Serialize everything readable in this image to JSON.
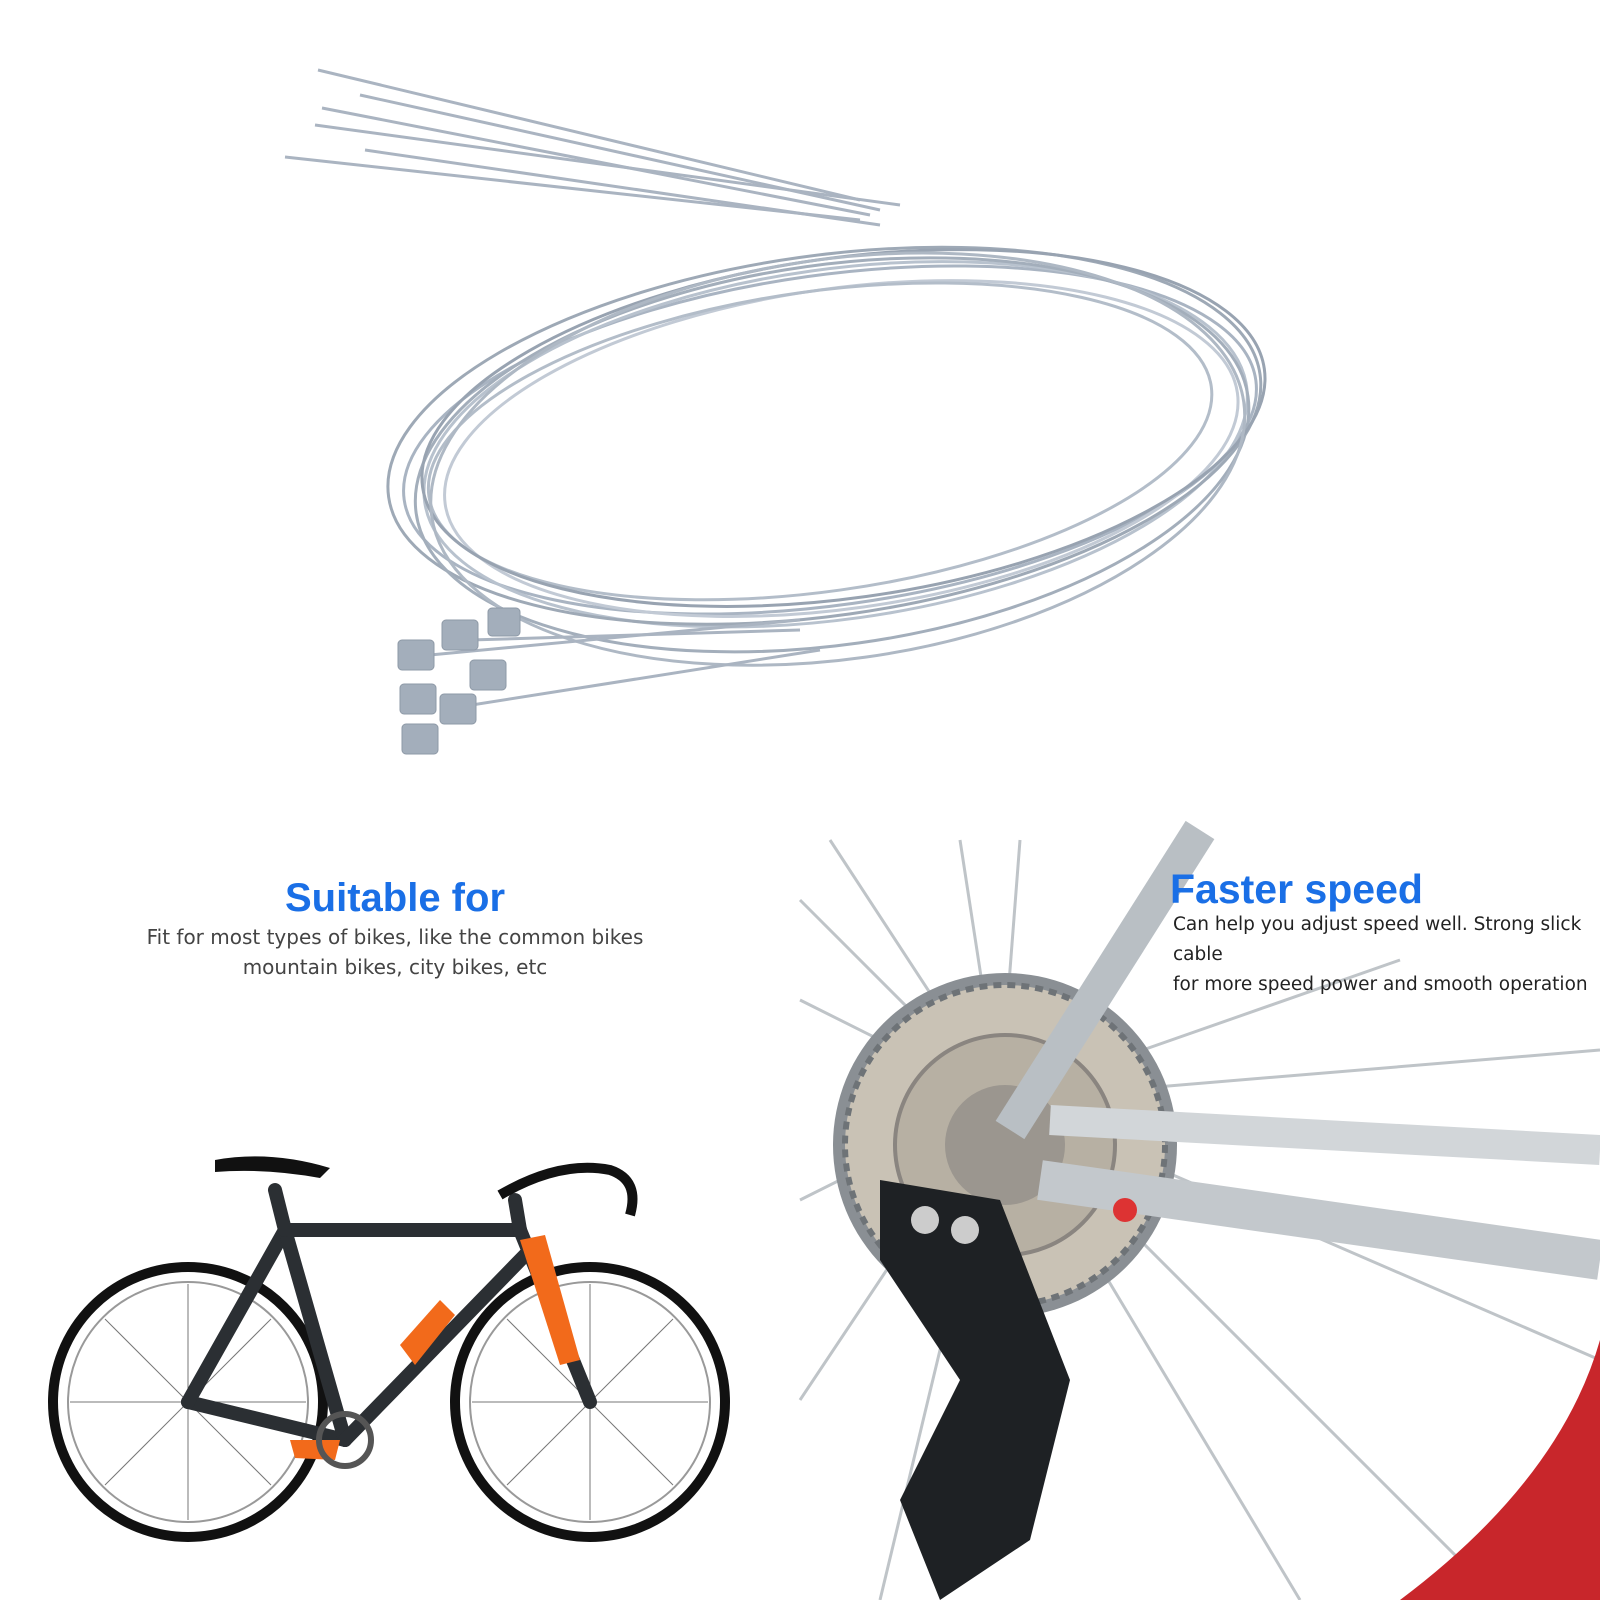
{
  "sections": {
    "suitable": {
      "title": "Suitable for",
      "line1": "Fit for most types of bikes, like the common bikes",
      "line2": "mountain bikes, city bikes, etc"
    },
    "speed": {
      "title": "Faster speed",
      "line1": "Can help you adjust speed well. Strong slick cable",
      "line2": "for more speed power and smooth operation"
    }
  },
  "colors": {
    "accent": "#1a6fe6",
    "cable": "#a9b4c2",
    "bike_orange": "#f26a1b",
    "rim_red": "#c8262b"
  }
}
